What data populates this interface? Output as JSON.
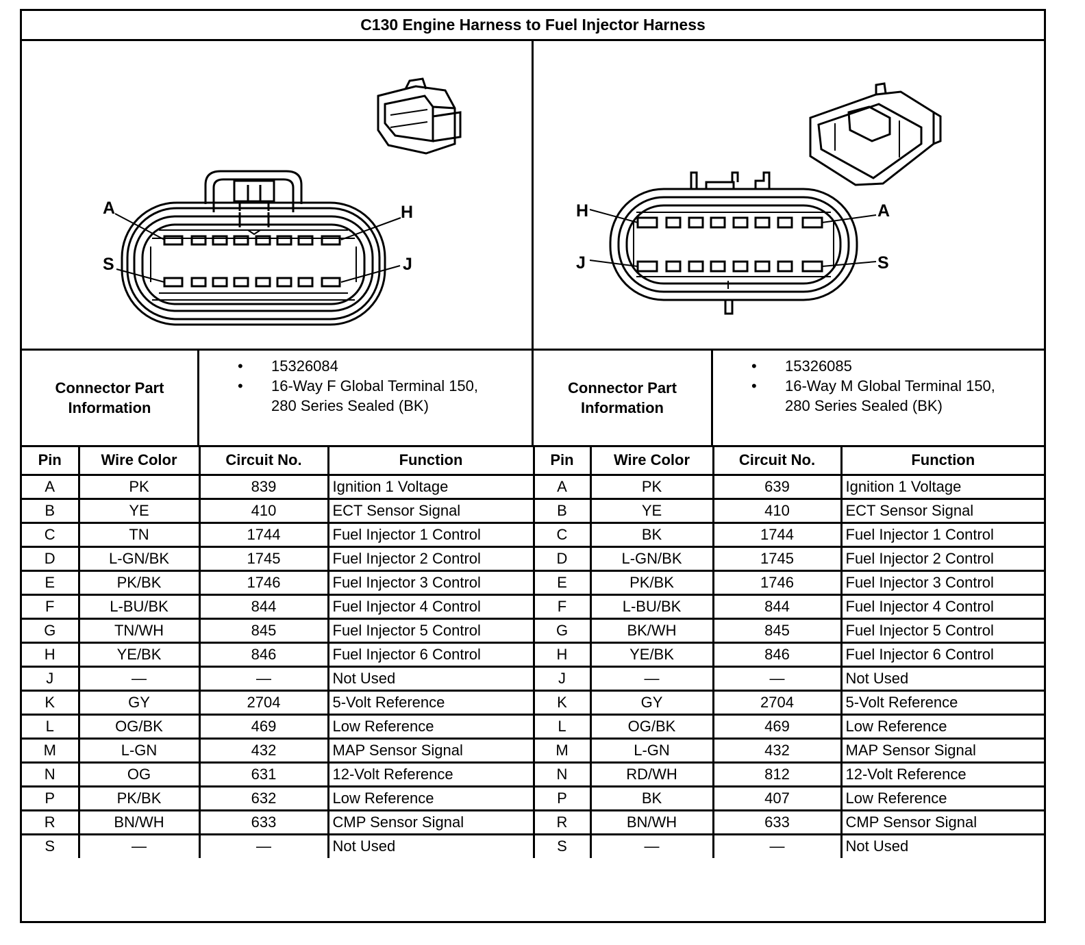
{
  "title": "C130 Engine Harness to Fuel Injector Harness",
  "diagram_labels": {
    "left": {
      "top_left": "A",
      "top_right": "H",
      "bottom_left": "S",
      "bottom_right": "J"
    },
    "right": {
      "top_left": "H",
      "top_right": "A",
      "bottom_left": "J",
      "bottom_right": "S"
    }
  },
  "connector_info": {
    "left": {
      "label_line1": "Connector Part",
      "label_line2": "Information",
      "part_number": "15326084",
      "description_line1": "16-Way F Global Terminal 150,",
      "description_line2": "280 Series Sealed (BK)"
    },
    "right": {
      "label_line1": "Connector Part",
      "label_line2": "Information",
      "part_number": "15326085",
      "description_line1": "16-Way M Global Terminal 150,",
      "description_line2": "280 Series Sealed (BK)"
    }
  },
  "columns": [
    "Pin",
    "Wire Color",
    "Circuit No.",
    "Function"
  ],
  "left_rows": [
    {
      "pin": "A",
      "color": "PK",
      "circuit": "839",
      "function": "Ignition 1 Voltage"
    },
    {
      "pin": "B",
      "color": "YE",
      "circuit": "410",
      "function": "ECT Sensor Signal"
    },
    {
      "pin": "C",
      "color": "TN",
      "circuit": "1744",
      "function": "Fuel Injector 1 Control"
    },
    {
      "pin": "D",
      "color": "L-GN/BK",
      "circuit": "1745",
      "function": "Fuel Injector 2 Control"
    },
    {
      "pin": "E",
      "color": "PK/BK",
      "circuit": "1746",
      "function": "Fuel Injector 3 Control"
    },
    {
      "pin": "F",
      "color": "L-BU/BK",
      "circuit": "844",
      "function": "Fuel Injector 4 Control"
    },
    {
      "pin": "G",
      "color": "TN/WH",
      "circuit": "845",
      "function": "Fuel Injector 5 Control"
    },
    {
      "pin": "H",
      "color": "YE/BK",
      "circuit": "846",
      "function": "Fuel Injector 6 Control"
    },
    {
      "pin": "J",
      "color": "—",
      "circuit": "—",
      "function": "Not Used"
    },
    {
      "pin": "K",
      "color": "GY",
      "circuit": "2704",
      "function": "5-Volt Reference"
    },
    {
      "pin": "L",
      "color": "OG/BK",
      "circuit": "469",
      "function": "Low Reference"
    },
    {
      "pin": "M",
      "color": "L-GN",
      "circuit": "432",
      "function": "MAP Sensor Signal"
    },
    {
      "pin": "N",
      "color": "OG",
      "circuit": "631",
      "function": "12-Volt Reference"
    },
    {
      "pin": "P",
      "color": "PK/BK",
      "circuit": "632",
      "function": "Low Reference"
    },
    {
      "pin": "R",
      "color": "BN/WH",
      "circuit": "633",
      "function": "CMP Sensor Signal"
    },
    {
      "pin": "S",
      "color": "—",
      "circuit": "—",
      "function": "Not Used"
    }
  ],
  "right_rows": [
    {
      "pin": "A",
      "color": "PK",
      "circuit": "639",
      "function": "Ignition 1 Voltage"
    },
    {
      "pin": "B",
      "color": "YE",
      "circuit": "410",
      "function": "ECT Sensor Signal"
    },
    {
      "pin": "C",
      "color": "BK",
      "circuit": "1744",
      "function": "Fuel Injector 1 Control"
    },
    {
      "pin": "D",
      "color": "L-GN/BK",
      "circuit": "1745",
      "function": "Fuel Injector 2 Control"
    },
    {
      "pin": "E",
      "color": "PK/BK",
      "circuit": "1746",
      "function": "Fuel Injector 3 Control"
    },
    {
      "pin": "F",
      "color": "L-BU/BK",
      "circuit": "844",
      "function": "Fuel Injector 4 Control"
    },
    {
      "pin": "G",
      "color": "BK/WH",
      "circuit": "845",
      "function": "Fuel Injector 5 Control"
    },
    {
      "pin": "H",
      "color": "YE/BK",
      "circuit": "846",
      "function": "Fuel Injector 6 Control"
    },
    {
      "pin": "J",
      "color": "—",
      "circuit": "—",
      "function": "Not Used"
    },
    {
      "pin": "K",
      "color": "GY",
      "circuit": "2704",
      "function": "5-Volt Reference"
    },
    {
      "pin": "L",
      "color": "OG/BK",
      "circuit": "469",
      "function": "Low Reference"
    },
    {
      "pin": "M",
      "color": "L-GN",
      "circuit": "432",
      "function": "MAP Sensor Signal"
    },
    {
      "pin": "N",
      "color": "RD/WH",
      "circuit": "812",
      "function": "12-Volt Reference"
    },
    {
      "pin": "P",
      "color": "BK",
      "circuit": "407",
      "function": "Low Reference"
    },
    {
      "pin": "R",
      "color": "BN/WH",
      "circuit": "633",
      "function": "CMP Sensor Signal"
    },
    {
      "pin": "S",
      "color": "—",
      "circuit": "—",
      "function": "Not Used"
    }
  ]
}
